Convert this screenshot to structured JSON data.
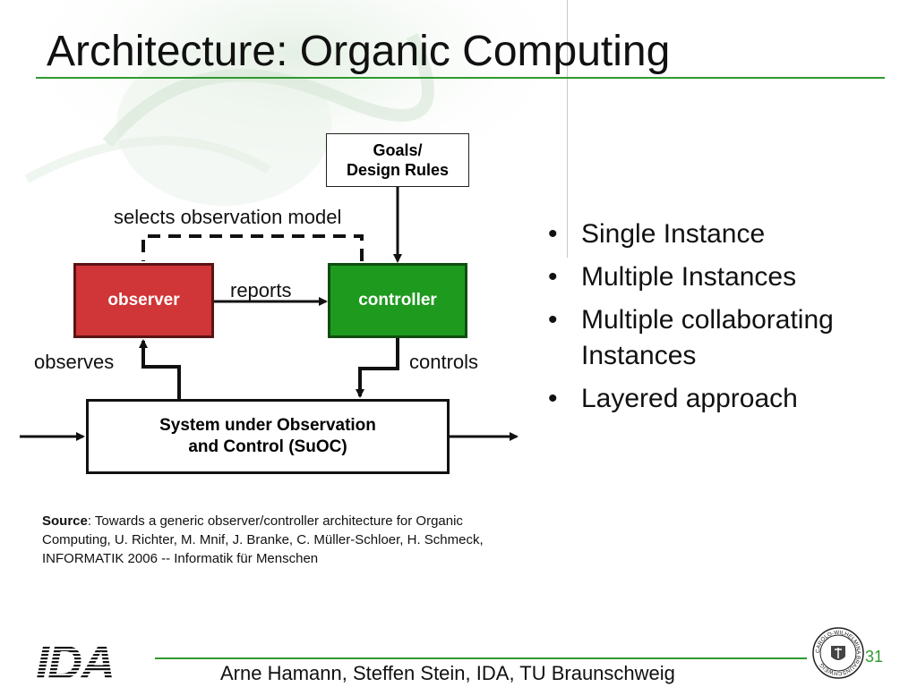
{
  "slide": {
    "title": "Architecture: Organic Computing",
    "page_number": "31",
    "footer": "Arne Hamann, Steffen Stein, IDA, TU Braunschweig",
    "logo_text": "IDA",
    "seal_text": "CAROLO-WILHELMINA BRAUNSCHWEIG"
  },
  "diagram": {
    "goals_line1": "Goals/",
    "goals_line2": "Design Rules",
    "observer": "observer",
    "controller": "controller",
    "suoc_line1": "System under Observation",
    "suoc_line2": "and Control (SuOC)",
    "label_selects": "selects observation model",
    "label_reports": "reports",
    "label_observes": "observes",
    "label_controls": "controls"
  },
  "bullets": [
    "Single Instance",
    "Multiple Instances",
    "Multiple collaborating Instances",
    "Layered approach"
  ],
  "source": {
    "label": "Source",
    "text": ": Towards a generic observer/controller architecture for Organic Computing, U. Richter, M. Mnif, J. Branke, C. Müller-Schloer, H. Schmeck, INFORMATIK 2006 -- Informatik für Menschen"
  },
  "colors": {
    "accent_green": "#2f9a2f",
    "observer_red": "#d03537",
    "controller_green": "#1e9a1e"
  }
}
